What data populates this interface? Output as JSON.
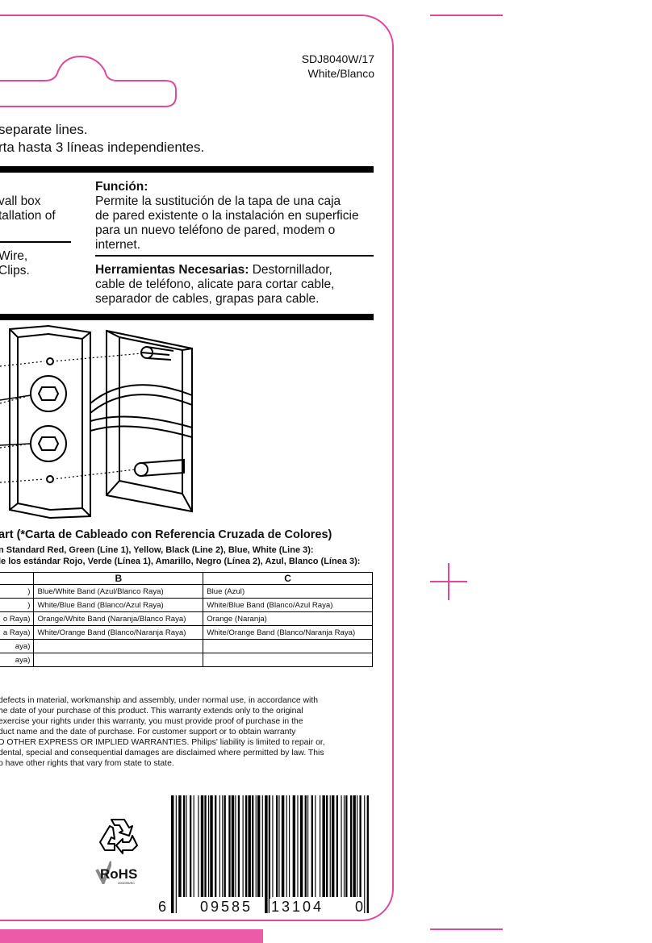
{
  "product": {
    "sku": "SDJ8040W/17",
    "color": "White/Blanco"
  },
  "headline": {
    "line1": "separate lines.",
    "line2": "rta hasta 3 líneas independientes."
  },
  "english_col": {
    "line1": "vall box",
    "line2": "tallation of",
    "line3": "Wire,",
    "line4": "Clips."
  },
  "funcion": {
    "title": "Función:",
    "body_lines": [
      "Permite la sustitución de la tapa de una caja",
      "de pared existente o la instalación en superficie",
      "para un nuevo teléfono de pared, modem o",
      "internet."
    ]
  },
  "herramientas": {
    "title": "Herramientas Necesarias:",
    "first_line_rest": " Destornillador,",
    "body_lines": [
      "cable de teléfono, alicate para cortar cable,",
      "separador de cables, grapas para cable."
    ]
  },
  "chart": {
    "title": "art (*Carta de Cableado con Referencia Cruzada de Colores)",
    "sub1": "n Standard Red, Green (Line 1), Yellow, Black (Line 2), Blue, White (Line 3):",
    "sub2": "le los estándar Rojo, Verde (Línea 1), Amarillo, Negro (Línea 2), Azul, Blanco (Línea 3):",
    "headers": [
      "",
      "B",
      "C"
    ],
    "rows": [
      [
        ")",
        "Blue/White Band (Azul/Blanco Raya)",
        "Blue (Azul)"
      ],
      [
        ")",
        "White/Blue Band (Blanco/Azul Raya)",
        "White/Blue Band (Blanco/Azul Raya)"
      ],
      [
        "o Raya)",
        "Orange/White Band (Naranja/Blanco Raya)",
        "Orange (Naranja)"
      ],
      [
        "a Raya)",
        "White/Orange Band (Blanco/Naranja Raya)",
        "White/Orange Band (Blanco/Naranja Raya)"
      ],
      [
        "aya)",
        "",
        ""
      ],
      [
        "aya)",
        "",
        ""
      ]
    ]
  },
  "warranty": {
    "lines": [
      "defects in material, workmanship and assembly, under normal use, in accordance with",
      "he date of your purchase of this product. This warranty extends only to the original",
      "exercise your rights under this warranty, you must provide proof of purchase in the",
      "duct name and the date of purchase.  For customer support or to obtain warranty",
      "D OTHER EXPRESS OR IMPLIED WARRANTIES. Philips' liability is limited to repair or,",
      "dental, special and consequential damages are disclaimed where permitted by law. This",
      "o have other rights that vary from state to state."
    ]
  },
  "rohs": {
    "label": "RoHS",
    "sub": "2002/95/EC"
  },
  "barcode": {
    "first_digit": "6",
    "left_group": "09585",
    "right_group": "13104",
    "check_digit": "0"
  },
  "colors": {
    "accent_pink": "#e0489a",
    "bar_pink": "#ec5ba8"
  }
}
